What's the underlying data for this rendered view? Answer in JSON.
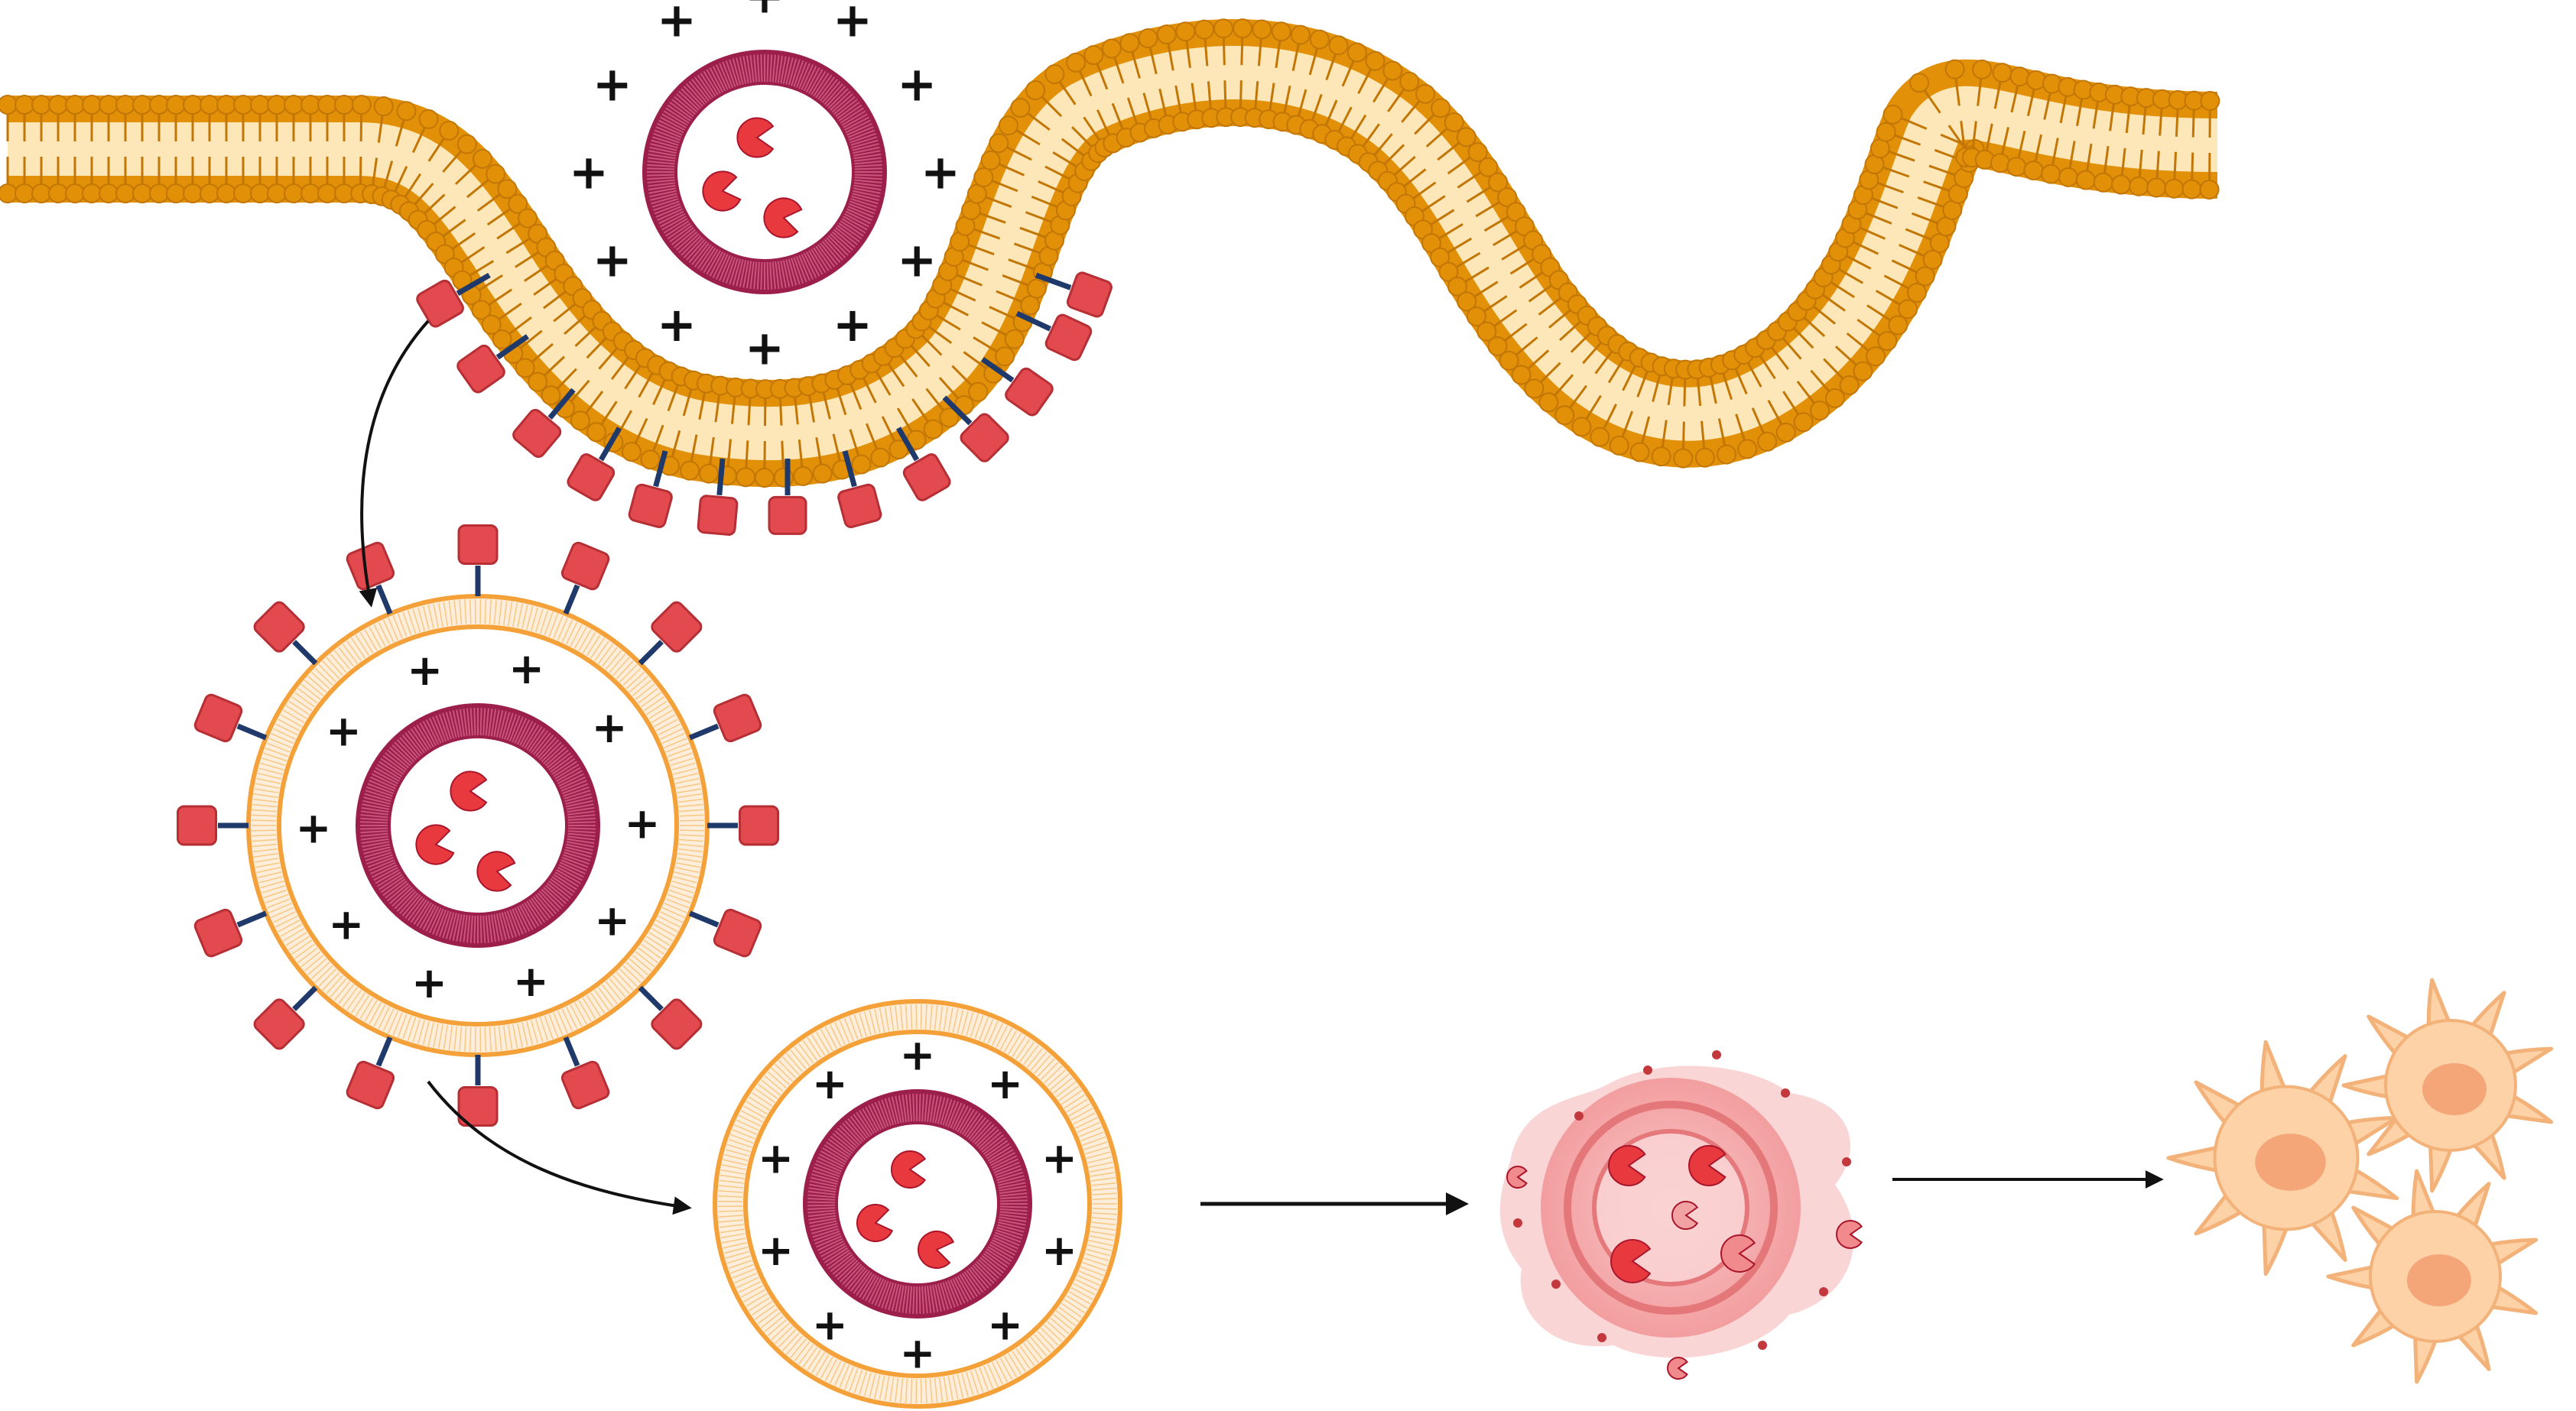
{
  "diagram": {
    "labels": [],
    "colors": {
      "membrane": "#e19008",
      "membrane_dark": "#c27605",
      "lipid_tail": "#fde7b8",
      "nanoparticle_ring": "#9b1f4a",
      "nanoparticle_ring_light": "#c9557c",
      "cargo": "#e8393f",
      "receptor_head": "#e24a4f",
      "receptor_stalk": "#1f3a6a",
      "coat_ring": "#f4a13a",
      "coat_fill": "#fdeedc",
      "charge_sign": "#111111",
      "arrow": "#111111",
      "lysis_fill": "#f6b2b3",
      "lysis_ring": "#e06b6e",
      "cell_fill": "#fcd2a6",
      "cell_nucleus": "#f5a678"
    },
    "icons": [
      "lipid-bilayer-membrane",
      "cationic-nanoparticle",
      "membrane-receptor",
      "membrane-coated-nanoparticle",
      "coated-nanoparticle",
      "disrupted-nanoparticle",
      "dendritic-cell"
    ],
    "charge_symbol": "+"
  }
}
